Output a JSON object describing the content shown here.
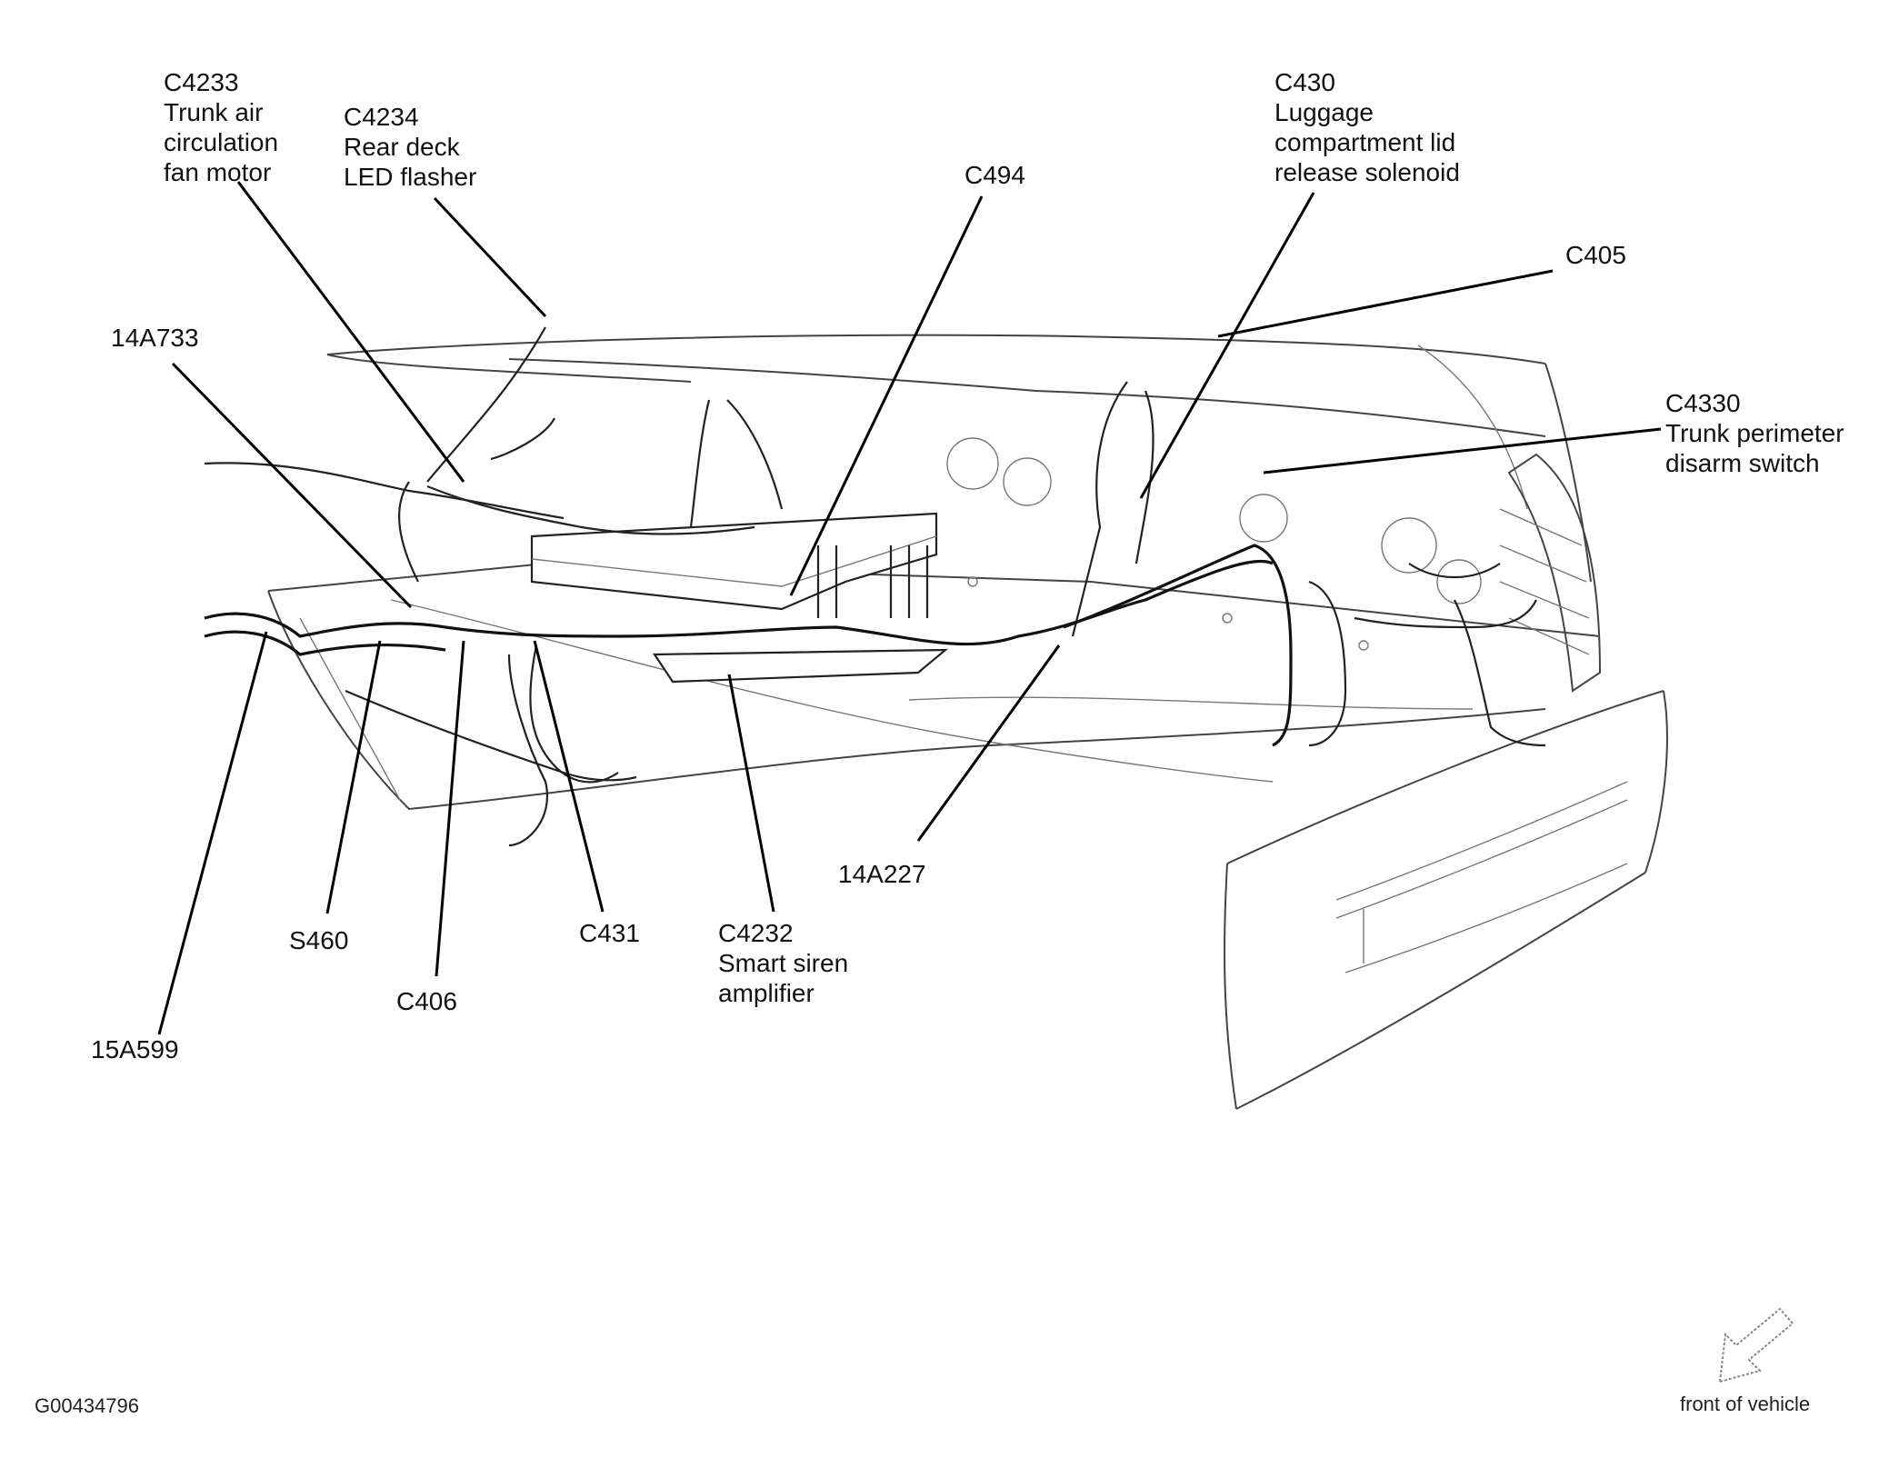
{
  "labels": {
    "c4233": {
      "id": "C4233",
      "line1": "Trunk air",
      "line2": "circulation",
      "line3": "fan motor"
    },
    "c4234": {
      "id": "C4234",
      "line1": "Rear deck",
      "line2": "LED flasher"
    },
    "c494": {
      "id": "C494"
    },
    "c430": {
      "id": "C430",
      "line1": "Luggage",
      "line2": "compartment lid",
      "line3": "release solenoid"
    },
    "c405": {
      "id": "C405"
    },
    "c4330": {
      "id": "C4330",
      "line1": "Trunk perimeter",
      "line2": "disarm switch"
    },
    "h14a733": {
      "id": "14A733"
    },
    "h14a227": {
      "id": "14A227"
    },
    "s460": {
      "id": "S460"
    },
    "c406": {
      "id": "C406"
    },
    "c431": {
      "id": "C431"
    },
    "c4232": {
      "id": "C4232",
      "line1": "Smart siren",
      "line2": "amplifier"
    },
    "h15a599": {
      "id": "15A599"
    }
  },
  "figure_id": "G00434796",
  "orientation": {
    "text": "front of vehicle",
    "icon": "arrow-outline-icon"
  }
}
